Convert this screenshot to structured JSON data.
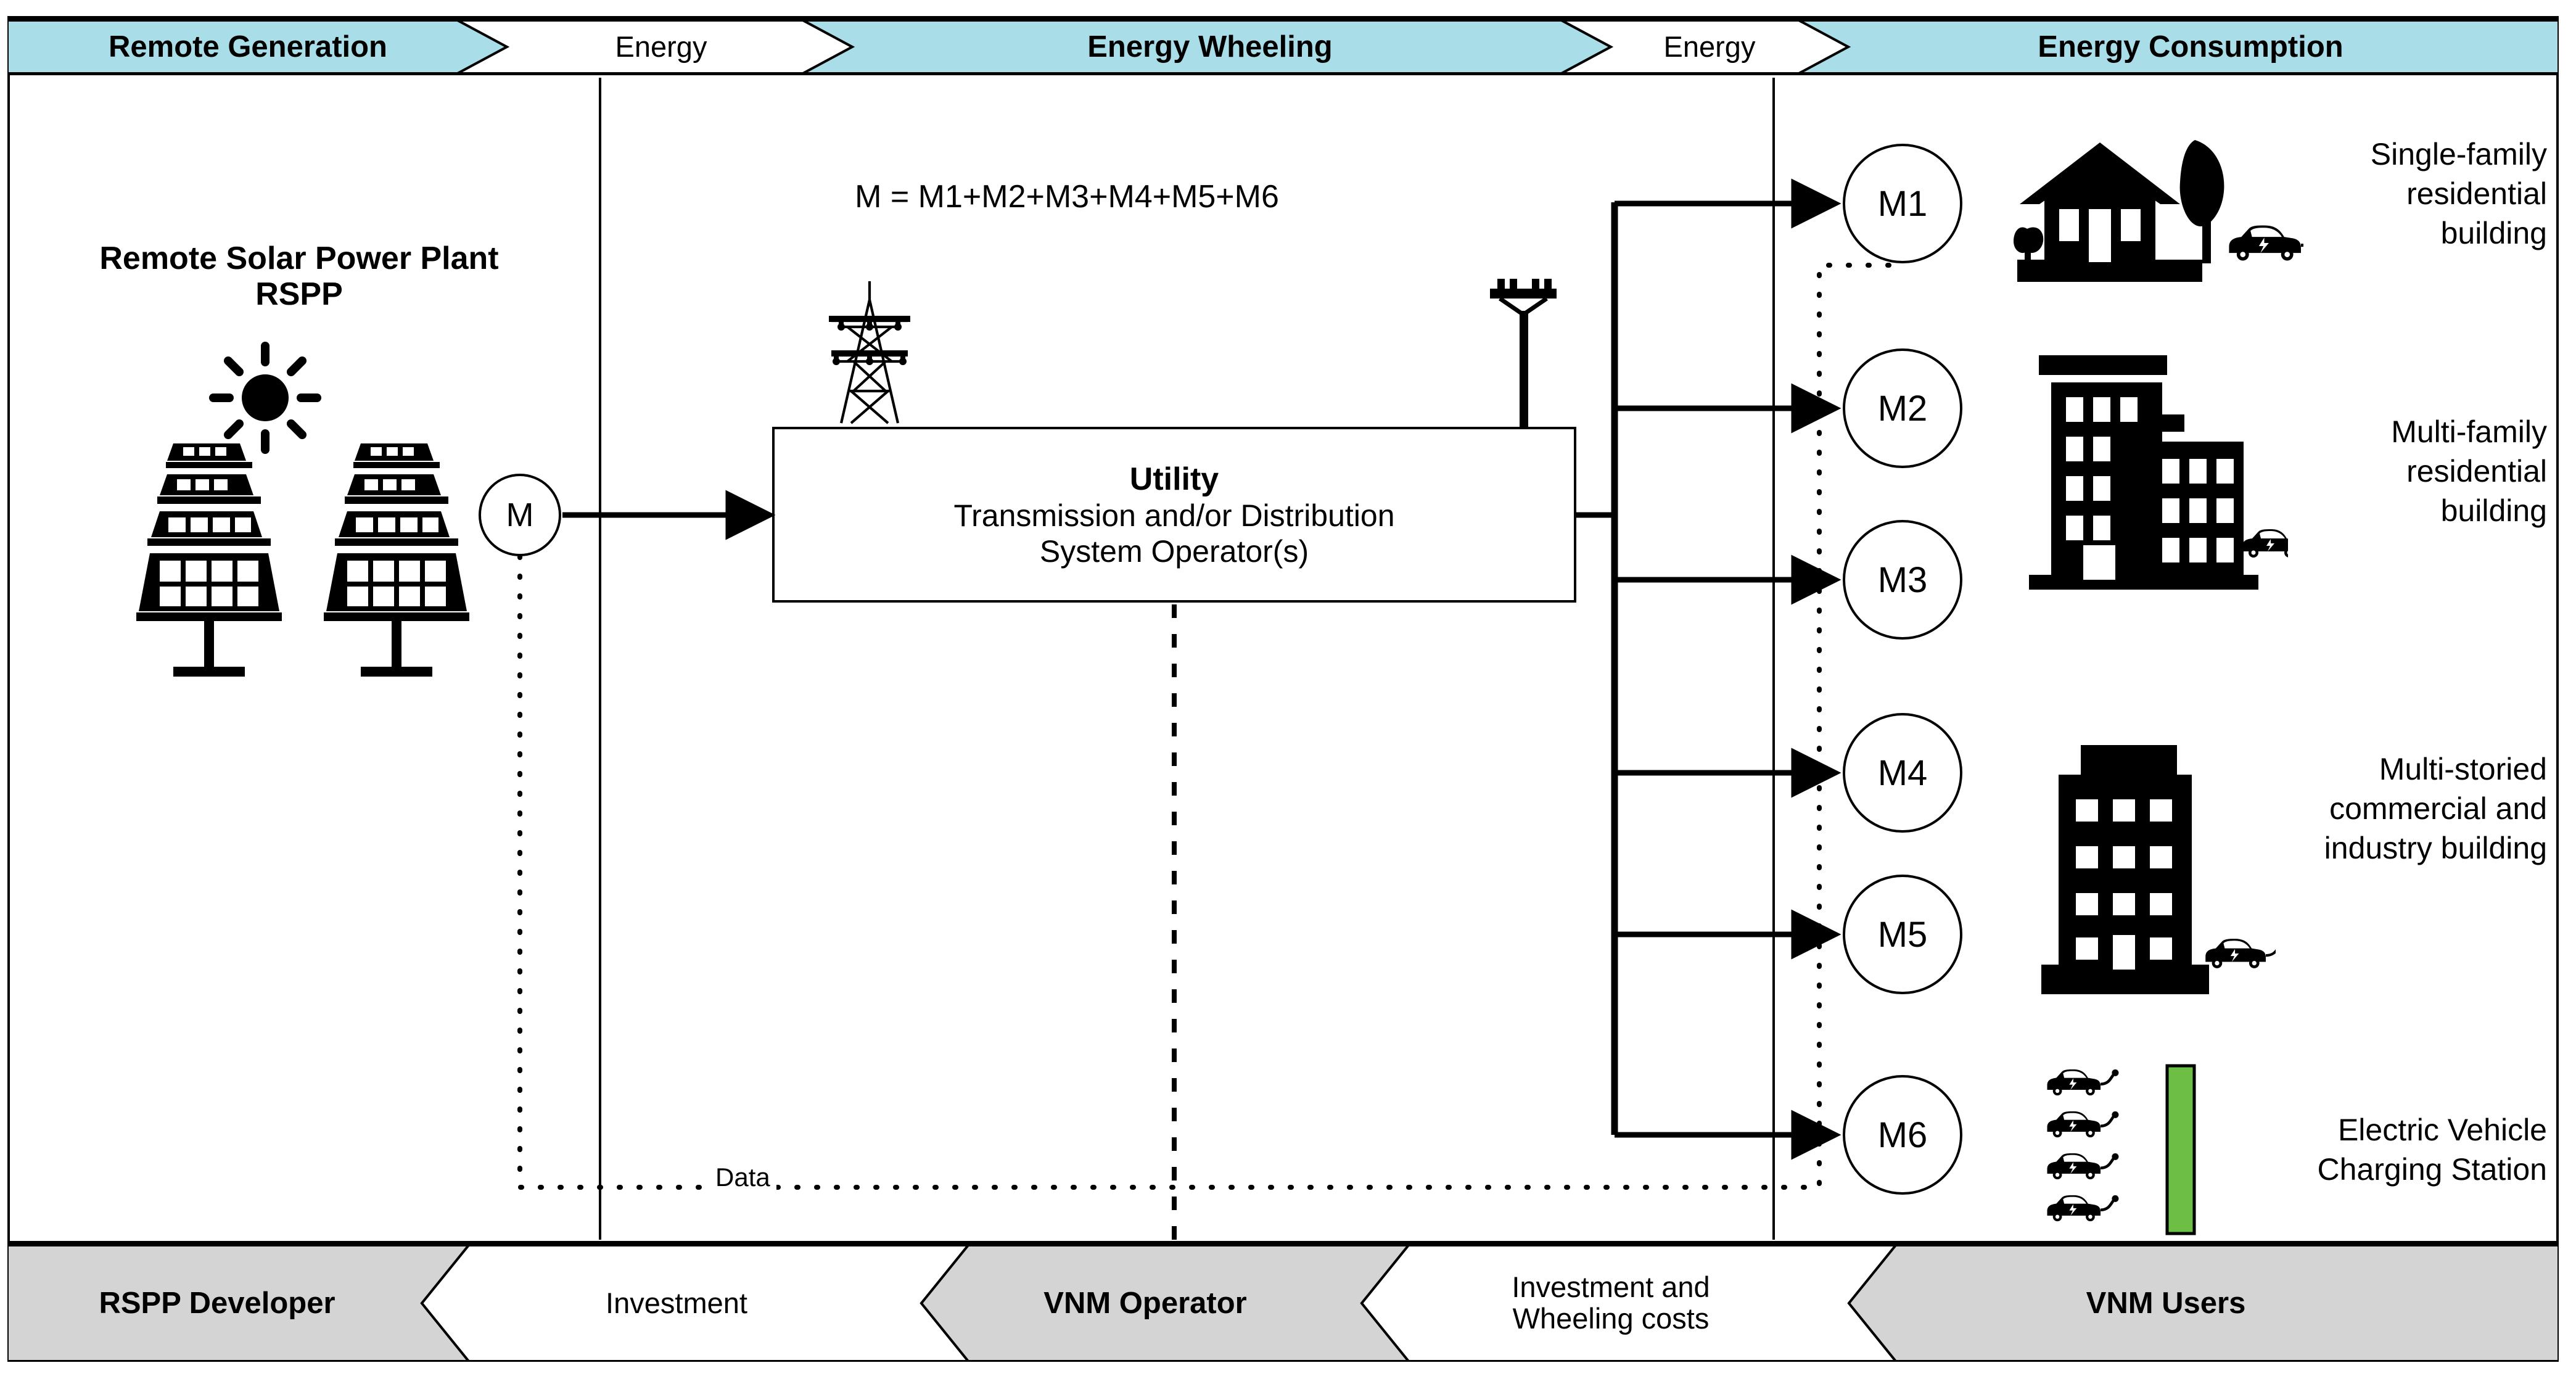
{
  "top_band": {
    "segments": [
      {
        "label": "Remote Generation",
        "style": "strong",
        "fill": "#A9DDE8"
      },
      {
        "label": "Energy",
        "style": "normal",
        "fill": "#FFFFFF"
      },
      {
        "label": "Energy Wheeling",
        "style": "strong",
        "fill": "#A9DDE8"
      },
      {
        "label": "Energy",
        "style": "normal",
        "fill": "#FFFFFF"
      },
      {
        "label": "Energy Consumption",
        "style": "strong",
        "fill": "#A9DDE8"
      }
    ]
  },
  "bottom_band": {
    "segments": [
      {
        "label": "RSPP Developer",
        "style": "strong",
        "fill": "#D4D4D4"
      },
      {
        "label": "Investment",
        "style": "normal",
        "fill": "#FFFFFF"
      },
      {
        "label": "VNM Operator",
        "style": "strong",
        "fill": "#D4D4D4"
      },
      {
        "label_line1": "Investment and",
        "label_line2": "Wheeling costs",
        "style": "normal",
        "fill": "#FFFFFF"
      },
      {
        "label": "VNM Users",
        "style": "strong",
        "fill": "#D4D4D4"
      }
    ]
  },
  "generation": {
    "title_line1": "Remote Solar Power Plant",
    "title_line2": "RSPP",
    "meter_label": "M",
    "sun_icon": "sun-icon",
    "panel_icon": "solar-panel-icon"
  },
  "wheeling": {
    "formula": "M = M1+M2+M3+M4+M5+M6",
    "utility_title": "Utility",
    "utility_line1": "Transmission and/or Distribution",
    "utility_line2": "System Operator(s)",
    "tower_icon": "transmission-tower-icon",
    "pole_icon": "distribution-pole-icon"
  },
  "data_flow": {
    "label": "Data"
  },
  "consumption": {
    "meters": [
      "M1",
      "M2",
      "M3",
      "M4",
      "M5",
      "M6"
    ],
    "loads": [
      {
        "icon": "house-tree-ev-icon",
        "label_line1": "Single-family",
        "label_line2": "residential",
        "label_line3": "building"
      },
      {
        "icon": "apartment-blocks-ev-icon",
        "label_line1": "Multi-family",
        "label_line2": "residential",
        "label_line3": "building"
      },
      {
        "icon": "office-tower-ev-icon",
        "label_line1": "Multi-storied",
        "label_line2": "commercial and",
        "label_line3": "industry building"
      },
      {
        "icon": "ev-charging-station-icon",
        "label_line1": "Electric Vehicle",
        "label_line2": "Charging Station",
        "label_line3": ""
      }
    ]
  },
  "colors": {
    "band_blue": "#A9DDE8",
    "band_gray": "#D4D4D4",
    "charger_green": "#6CBE45",
    "line": "#000000"
  }
}
